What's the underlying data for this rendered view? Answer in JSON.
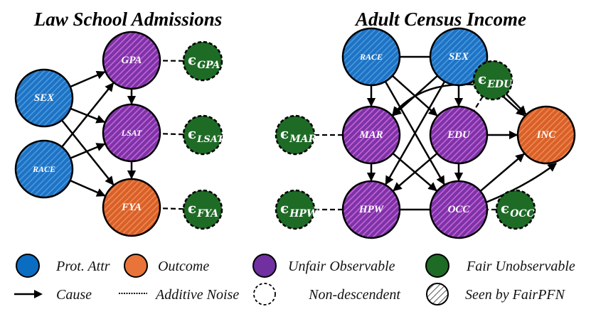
{
  "titles": {
    "left": "Law School Admissions",
    "right": "Adult Census Income"
  },
  "colors": {
    "prot_attr": "#1f73c4",
    "outcome": "#e8743a",
    "unfair_observable": "#7030a0",
    "fair_unobservable": "#1e6b26",
    "hatch_blue": "#4a9be0",
    "hatch_purple": "#c860d0",
    "hatch_orange": "#f08a4e"
  },
  "graphs": {
    "law": {
      "nodes": [
        {
          "id": "SEX",
          "label": "SEX",
          "type": "prot_attr"
        },
        {
          "id": "RACE",
          "label": "RACE",
          "type": "prot_attr"
        },
        {
          "id": "GPA",
          "label": "GPA",
          "type": "unfair_observable"
        },
        {
          "id": "LSAT",
          "label": "LSAT",
          "type": "unfair_observable"
        },
        {
          "id": "FYA",
          "label": "FYA",
          "type": "outcome"
        },
        {
          "id": "eGPA",
          "label": "ϵ",
          "sub": "GPA",
          "type": "fair_unobservable"
        },
        {
          "id": "eLSAT",
          "label": "ϵ",
          "sub": "LSAT",
          "type": "fair_unobservable"
        },
        {
          "id": "eFYA",
          "label": "ϵ",
          "sub": "FYA",
          "type": "fair_unobservable"
        }
      ],
      "edges": [
        {
          "from": "SEX",
          "to": "GPA",
          "kind": "cause"
        },
        {
          "from": "SEX",
          "to": "LSAT",
          "kind": "cause"
        },
        {
          "from": "SEX",
          "to": "FYA",
          "kind": "cause"
        },
        {
          "from": "RACE",
          "to": "GPA",
          "kind": "cause"
        },
        {
          "from": "RACE",
          "to": "LSAT",
          "kind": "cause"
        },
        {
          "from": "RACE",
          "to": "FYA",
          "kind": "cause"
        },
        {
          "from": "GPA",
          "to": "LSAT",
          "kind": "cause"
        },
        {
          "from": "LSAT",
          "to": "FYA",
          "kind": "cause"
        },
        {
          "from": "eGPA",
          "to": "GPA",
          "kind": "noise"
        },
        {
          "from": "eLSAT",
          "to": "LSAT",
          "kind": "noise"
        },
        {
          "from": "eFYA",
          "to": "FYA",
          "kind": "noise"
        }
      ]
    },
    "adult": {
      "nodes": [
        {
          "id": "RACE",
          "label": "RACE",
          "type": "prot_attr"
        },
        {
          "id": "SEX",
          "label": "SEX",
          "type": "prot_attr"
        },
        {
          "id": "MAR",
          "label": "MAR",
          "type": "unfair_observable"
        },
        {
          "id": "EDU",
          "label": "EDU",
          "type": "unfair_observable"
        },
        {
          "id": "INC",
          "label": "INC",
          "type": "outcome"
        },
        {
          "id": "HPW",
          "label": "HPW",
          "type": "unfair_observable"
        },
        {
          "id": "OCC",
          "label": "OCC",
          "type": "unfair_observable"
        },
        {
          "id": "eEDU",
          "label": "ϵ",
          "sub": "EDU",
          "type": "fair_unobservable"
        },
        {
          "id": "eMAR",
          "label": "ϵ",
          "sub": "MAR",
          "type": "fair_unobservable"
        },
        {
          "id": "eHPW",
          "label": "ϵ",
          "sub": "HPW",
          "type": "fair_unobservable"
        },
        {
          "id": "eOCC",
          "label": "ϵ",
          "sub": "OCC",
          "type": "fair_unobservable"
        }
      ],
      "edges": [
        {
          "from": "RACE",
          "to": "SEX",
          "kind": "line"
        },
        {
          "from": "RACE",
          "to": "MAR",
          "kind": "cause"
        },
        {
          "from": "RACE",
          "to": "EDU",
          "kind": "cause"
        },
        {
          "from": "RACE",
          "to": "OCC",
          "kind": "cause"
        },
        {
          "from": "SEX",
          "to": "MAR",
          "kind": "cause"
        },
        {
          "from": "SEX",
          "to": "EDU",
          "kind": "cause"
        },
        {
          "from": "SEX",
          "to": "HPW",
          "kind": "cause"
        },
        {
          "from": "SEX",
          "to": "INC",
          "kind": "cause"
        },
        {
          "from": "SEX",
          "to": "eEDU",
          "kind": "line"
        },
        {
          "from": "eEDU",
          "to": "INC",
          "kind": "cause"
        },
        {
          "from": "eEDU",
          "to": "MAR",
          "kind": "cause-curved"
        },
        {
          "from": "eEDU",
          "to": "EDU",
          "kind": "noise"
        },
        {
          "from": "MAR",
          "to": "HPW",
          "kind": "cause"
        },
        {
          "from": "MAR",
          "to": "OCC",
          "kind": "cause"
        },
        {
          "from": "EDU",
          "to": "INC",
          "kind": "cause"
        },
        {
          "from": "EDU",
          "to": "OCC",
          "kind": "cause"
        },
        {
          "from": "EDU",
          "to": "HPW",
          "kind": "cause"
        },
        {
          "from": "OCC",
          "to": "INC",
          "kind": "cause"
        },
        {
          "from": "OCC",
          "to": "INC",
          "kind": "cause-curved"
        },
        {
          "from": "HPW",
          "to": "OCC",
          "kind": "line"
        },
        {
          "from": "eMAR",
          "to": "MAR",
          "kind": "noise"
        },
        {
          "from": "eHPW",
          "to": "HPW",
          "kind": "noise"
        },
        {
          "from": "eOCC",
          "to": "OCC",
          "kind": "noise"
        }
      ]
    }
  },
  "legend": {
    "row1": [
      {
        "icon": "circle-blue",
        "label": "Prot. Attr"
      },
      {
        "icon": "circle-orange",
        "label": "Outcome"
      },
      {
        "icon": "circle-purple",
        "label": "Unfair Observable"
      },
      {
        "icon": "circle-green",
        "label": "Fair Unobservable"
      }
    ],
    "row2": [
      {
        "icon": "arrow",
        "label": "Cause"
      },
      {
        "icon": "dotted-line",
        "label": "Additive Noise"
      },
      {
        "icon": "dashed-circle",
        "label": "Non-descendent"
      },
      {
        "icon": "hatched-circle",
        "label": "Seen by FairPFN"
      }
    ]
  }
}
